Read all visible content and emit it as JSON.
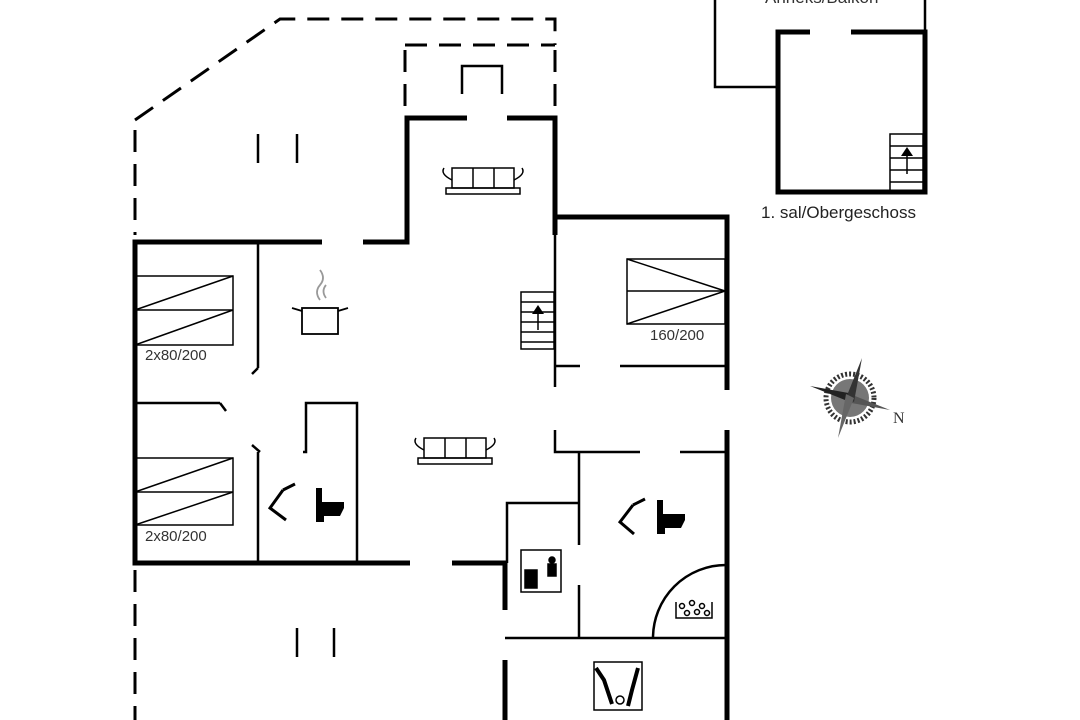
{
  "plan": {
    "upper_floor_label": "1. sal/Obergeschoss",
    "clipped_top_label": "Anneks/Balkon",
    "beds": [
      {
        "label": "2x80/200"
      },
      {
        "label": "2x80/200"
      },
      {
        "label": "160/200"
      }
    ],
    "compass": {
      "north_label": "N"
    }
  }
}
